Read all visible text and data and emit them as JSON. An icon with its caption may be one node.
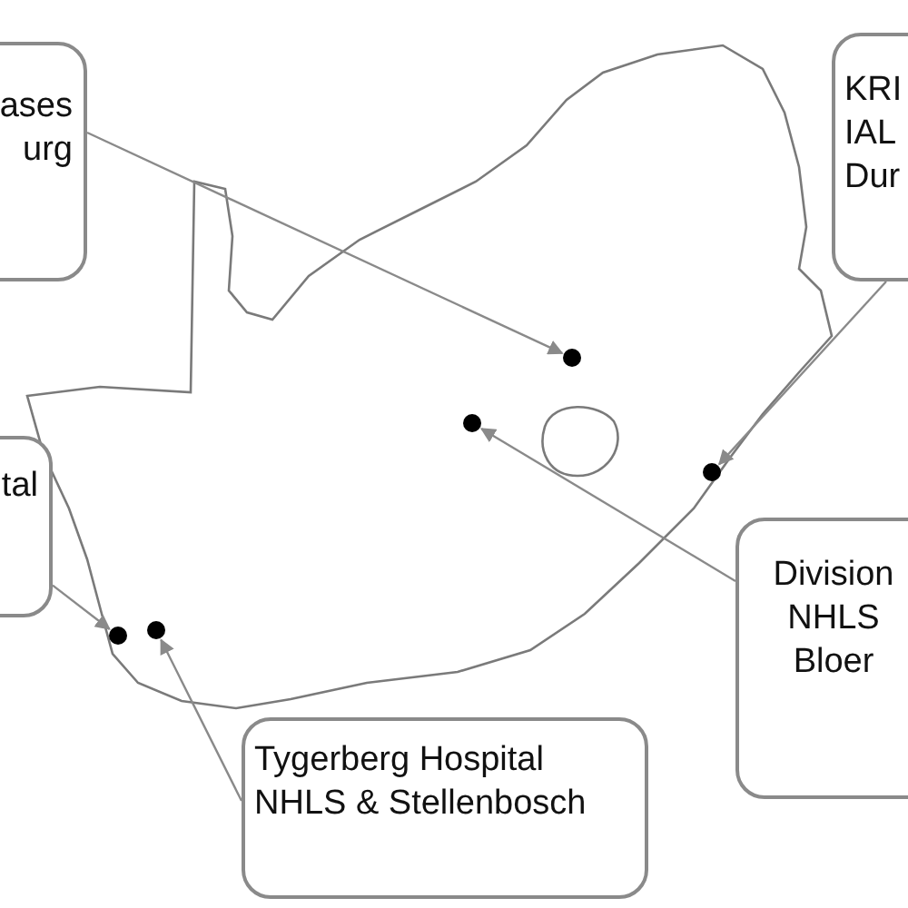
{
  "diagram": {
    "nodes": [
      {
        "text": [
          "ases urg"
        ]
      },
      {
        "text": [
          "KRI IAL Dur"
        ]
      },
      {
        "text": [
          "tal"
        ]
      },
      {
        "text": [
          "Division NHLS Bloer"
        ]
      },
      {
        "text": [
          "Tygerberg Hospital NHLS & Stellenbosch"
        ]
      },
      {
        "text": [],
        "shape": "circle"
      },
      {
        "text": [],
        "shape": "circle"
      },
      {
        "text": [],
        "shape": "circle"
      },
      {
        "text": [],
        "shape": "circle"
      },
      {
        "text": [],
        "shape": "circle"
      }
    ],
    "edges": [
      {
        "from": 0,
        "to": 5,
        "arrow": "to"
      },
      {
        "from": 1,
        "to": 7,
        "arrow": "to"
      },
      {
        "from": 3,
        "to": 6,
        "arrow": "to"
      },
      {
        "from": 2,
        "to": 8,
        "arrow": "to"
      },
      {
        "from": 4,
        "to": 9,
        "arrow": "to"
      }
    ]
  }
}
